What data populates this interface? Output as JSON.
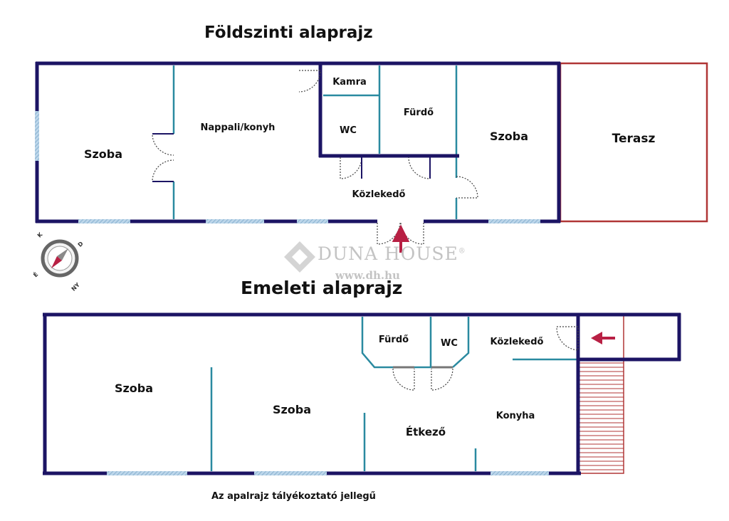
{
  "ground_floor": {
    "title": "Földszinti alaprajz",
    "rooms": {
      "room_left": "Szoba",
      "living_kitchen": "Nappali/konyh",
      "pantry": "Kamra",
      "wc": "WC",
      "bathroom": "Fürdő",
      "room_right": "Szoba",
      "terrace": "Terasz",
      "corridor": "Közlekedő"
    }
  },
  "upper_floor": {
    "title": "Emeleti alaprajz",
    "rooms": {
      "room_left": "Szoba",
      "room_middle": "Szoba",
      "bathroom": "Fürdő",
      "wc": "WC",
      "corridor": "Közlekedő",
      "dining": "Étkező",
      "kitchen": "Konyha"
    }
  },
  "compass": {
    "labels": [
      "K",
      "D",
      "NY",
      "É"
    ]
  },
  "watermark": {
    "brand": "DUNA HOUSE",
    "registered": "®",
    "url": "www.dh.hu"
  },
  "footer_note": "Az apalrajz tályékoztató jellegű",
  "colors": {
    "outer_wall": "#1c1464",
    "inner_wall": "#2a8aa0",
    "terrace": "#b03636",
    "window": "#8fb9d8",
    "arrow": "#b82044",
    "watermark": "#c3c3c3"
  }
}
